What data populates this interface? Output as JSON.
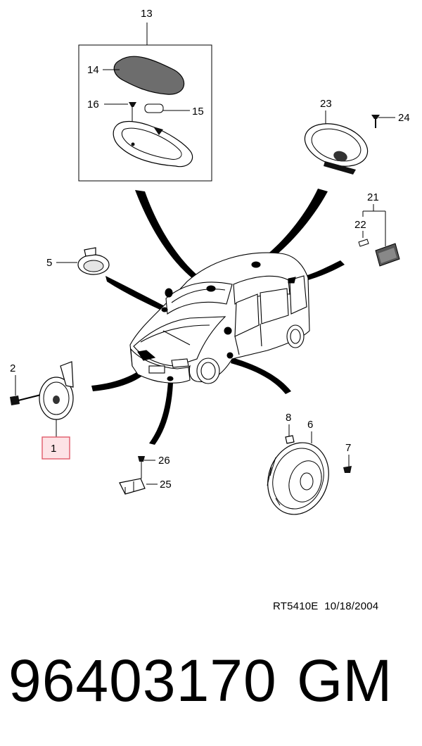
{
  "callouts": {
    "c1": "1",
    "c2": "2",
    "c5": "5",
    "c6": "6",
    "c7": "7",
    "c8": "8",
    "c13": "13",
    "c14": "14",
    "c15": "15",
    "c16": "16",
    "c21": "21",
    "c22": "22",
    "c23": "23",
    "c24": "24",
    "c25": "25",
    "c26": "26"
  },
  "highlight_color": "#e05a6a",
  "footer": {
    "code": "RT5410E",
    "date": "10/18/2004",
    "part_number": "96403170",
    "brand": "GM"
  }
}
